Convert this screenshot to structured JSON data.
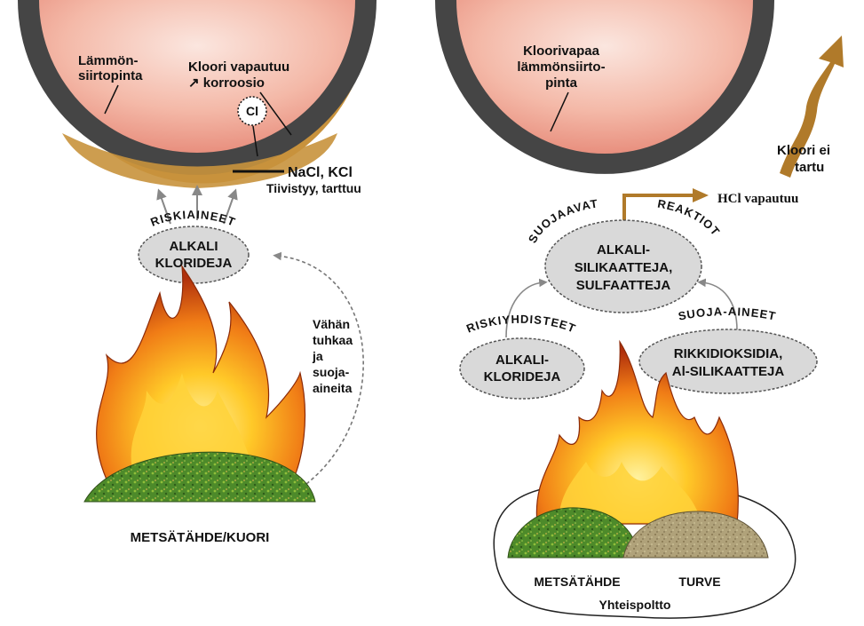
{
  "left_panel": {
    "pipe_label_lines": [
      "Lämmön-",
      "siirtopinta"
    ],
    "chlorine_release_lines": [
      "Kloori vapautuu",
      "↗ korroosio"
    ],
    "cl_symbol": "Cl",
    "salts_label": "NaCl, KCl",
    "condense_label": "Tiivistyy, tarttuu",
    "arc_label": "RISKIAINEET",
    "oval_lines": [
      "ALKALI",
      "KLORIDEJA"
    ],
    "side_note_lines": [
      "Vähän",
      "tuhkaa",
      "ja",
      "suoja-",
      "aineita"
    ],
    "fuel_label": "METSÄTÄHDE/KUORI"
  },
  "right_panel": {
    "pipe_label_lines": [
      "Kloorivapaa",
      "lämmönsiirto-",
      "pinta"
    ],
    "escape_label_lines": [
      "Kloori ei",
      "tartu"
    ],
    "hcl_label": "HCl vapautuu",
    "arc_left_label": "SUOJAAVAT",
    "arc_right_label": "REAKTIOT",
    "center_oval_lines": [
      "ALKALI-",
      "SILIKAATTEJA,",
      "SULFAATTEJA"
    ],
    "left_arc_label": "RISKIYHDISTEET",
    "left_oval_lines": [
      "ALKALI-",
      "KLORIDEJA"
    ],
    "right_arc_label": "SUOJA-AINEET",
    "right_oval_lines": [
      "RIKKIDIOKSIDIA,",
      "Al-SILIKAATTEJA"
    ],
    "fuel_left_label": "METSÄTÄHDE",
    "fuel_right_label": "TURVE",
    "cofiring_label": "Yhteispoltto"
  },
  "colors": {
    "pipe_wall": "#454545",
    "deposit": "#c8923c",
    "pipe_inside": "#f2b0a0",
    "oval_fill": "#d9d9d9",
    "arrow": "#b07a2a",
    "flame_outer": "#d94e10",
    "flame_inner": "#ffd23a",
    "woodchips": "#4f8a2b",
    "peat": "#a89a70"
  }
}
